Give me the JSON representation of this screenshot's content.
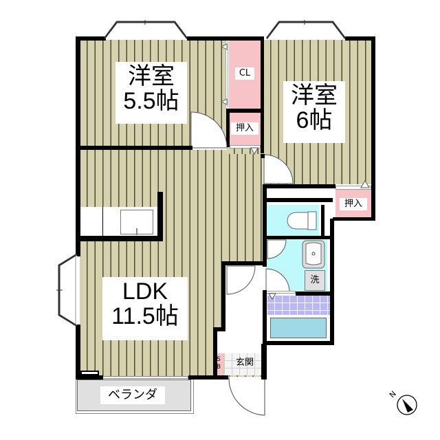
{
  "floorplan": {
    "rooms": [
      {
        "id": "western-room-1",
        "name": "洋室",
        "size": "5.5帖"
      },
      {
        "id": "western-room-2",
        "name": "洋室",
        "size": "6帖"
      },
      {
        "id": "ldk",
        "name": "LDK",
        "size": "11.5帖"
      }
    ],
    "storage": {
      "closet": "CL",
      "oshiire_1": "押入",
      "oshiire_2": "押入",
      "shoe_box": "S\nB"
    },
    "entrance": "玄関",
    "balcony": "ベランダ",
    "washer": "洗",
    "compass": {
      "label": "N"
    }
  },
  "colors": {
    "floor": "#d6d2ad",
    "storage": "#f8c3c6",
    "wet_area": "#bff9fb",
    "bath_tile": "#b9b8f4",
    "bathtub": "#9fd9e6",
    "balcony": "#e0e0e0"
  }
}
